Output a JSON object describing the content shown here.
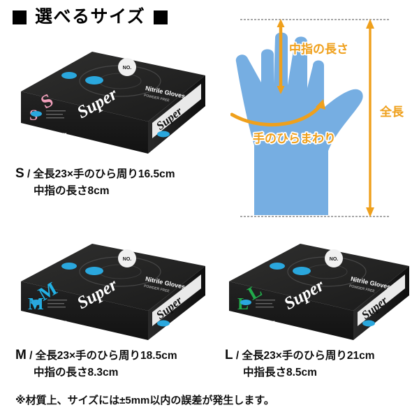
{
  "header": {
    "title": "選べるサイズ",
    "bullet": "■"
  },
  "colors": {
    "orange": "#efa01c",
    "hand_blue": "#76aee2",
    "pink": "#f2a0bc",
    "cyan": "#22b2e6",
    "green": "#22ab4b",
    "box_black": "#1c1c1c",
    "text": "#101010"
  },
  "diagram": {
    "label_middle_finger": "中指の長さ",
    "label_palm_circumference": "手のひらまわり",
    "label_total_length": "全長",
    "alt": "手のイラスト 採寸箇所"
  },
  "sizes": [
    {
      "id": "s",
      "letter": "S",
      "separator": "/",
      "line1": "全長23×手のひら周り16.5cm",
      "line2": "中指の長さ8cm",
      "accent": "#f2a0bc",
      "box_label": "S",
      "box_brand": "Super"
    },
    {
      "id": "m",
      "letter": "M",
      "separator": "/",
      "line1": "全長23×手のひら周り18.5cm",
      "line2": "中指の長さ8.3cm",
      "accent": "#22b2e6",
      "box_label": "M",
      "box_brand": "Super"
    },
    {
      "id": "l",
      "letter": "L",
      "separator": "/",
      "line1": "全長23×手のひら周り21cm",
      "line2": "中指長さ8.5cm",
      "accent": "#22ab4b",
      "box_label": "L",
      "box_brand": "Super"
    }
  ],
  "footnote": {
    "text": "※材質上、サイズには±5mm以内の誤差が発生します。"
  }
}
